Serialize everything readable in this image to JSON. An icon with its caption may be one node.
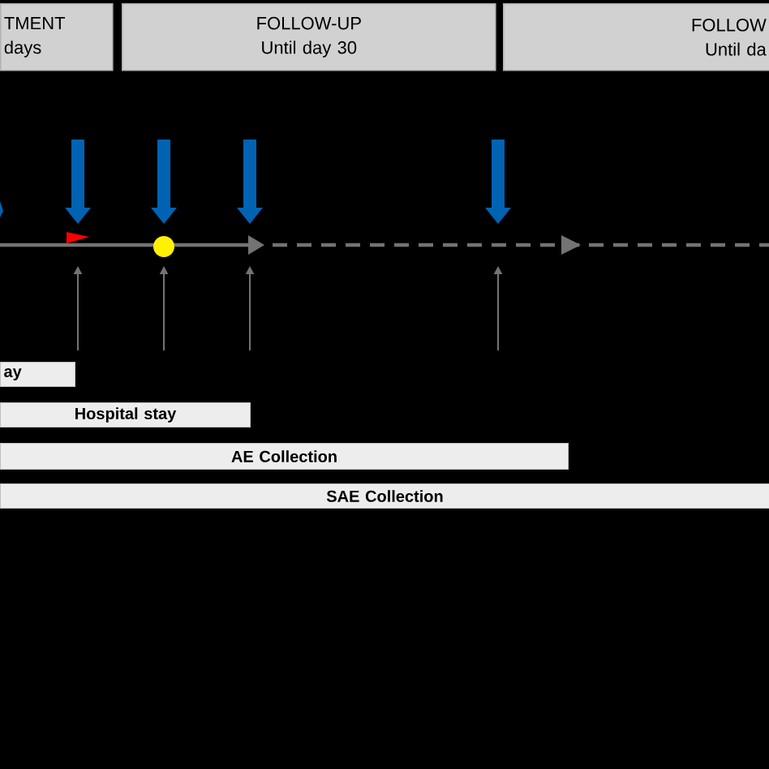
{
  "diagram": {
    "nodes": [
      {
        "text": [
          "TMENT",
          "days"
        ]
      },
      {
        "text": [
          "FOLLOW-UP",
          "Until day 30"
        ]
      },
      {
        "text": [
          "FOLLOW",
          "Until da"
        ]
      },
      {
        "text": [
          "ay"
        ]
      },
      {
        "text": [
          "Hospital stay"
        ]
      },
      {
        "text": [
          "AE Collection"
        ]
      },
      {
        "text": [
          "SAE Collection"
        ]
      }
    ]
  }
}
